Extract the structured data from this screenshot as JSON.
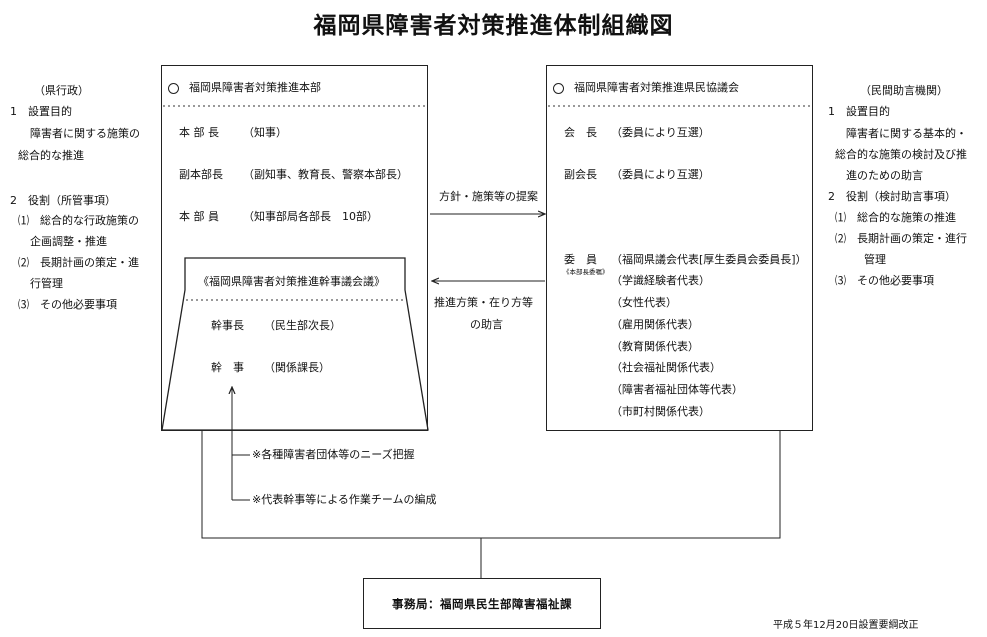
{
  "title": "福岡県障害者対策推進体制組織図",
  "left_side": {
    "category": "（県行政）",
    "items": [
      "1　設置目的",
      "障害者に関する施策の",
      "総合的な推進",
      "2　役割（所管事項）",
      "⑴　総合的な行政施策の",
      "企画調整・推進",
      "⑵　長期計画の策定・進",
      "行管理",
      "⑶　その他必要事項"
    ]
  },
  "headquarters": {
    "title": "福岡県障害者対策推進本部",
    "rows": [
      {
        "role": "本 部 長",
        "member": "（知事）"
      },
      {
        "role": "副本部長",
        "member": "（副知事、教育長、警察本部長）"
      },
      {
        "role": "本 部 員",
        "member": "（知事部局各部長　10部）"
      }
    ]
  },
  "staff_meeting": {
    "title": "《福岡県障害者対策推進幹事議会議》",
    "rows": [
      {
        "role": "幹事長",
        "member": "（民生部次長）"
      },
      {
        "role": "幹　事",
        "member": "（関係課長）"
      }
    ]
  },
  "notes": [
    "※各種障害者団体等のニーズ把握",
    "※代表幹事等による作業チームの編成"
  ],
  "arrows": {
    "to_council": "方針・施策等の提案",
    "to_hq_line1": "推進方策・在り方等",
    "to_hq_line2": "の助言"
  },
  "council": {
    "title": "福岡県障害者対策推進県民協議会",
    "rows": [
      {
        "role": "会　長",
        "member": "（委員により互選）"
      },
      {
        "role": "副会長",
        "member": "（委員により互選）"
      }
    ],
    "members_label": "委　員",
    "members_sublabel": "《本部長委嘱》",
    "members": [
      "（福岡県議会代表[厚生委員会委員長]）",
      "（学識経験者代表）",
      "（女性代表）",
      "（雇用関係代表）",
      "（教育関係代表）",
      "（社会福祉関係代表）",
      "（障害者福祉団体等代表）",
      "（市町村関係代表）"
    ]
  },
  "right_side": {
    "category": "（民間助言機関）",
    "items": [
      "1　設置目的",
      "障害者に関する基本的・",
      "総合的な施策の検討及び推",
      "進のための助言",
      "2　役割（検討助言事項）",
      "⑴　総合的な施策の推進",
      "⑵　長期計画の策定・進行",
      "管理",
      "⑶　その他必要事項"
    ]
  },
  "secretariat": "事務局：福岡県民生部障害福祉課",
  "footer_note": "平成５年12月20日設置要綱改正"
}
